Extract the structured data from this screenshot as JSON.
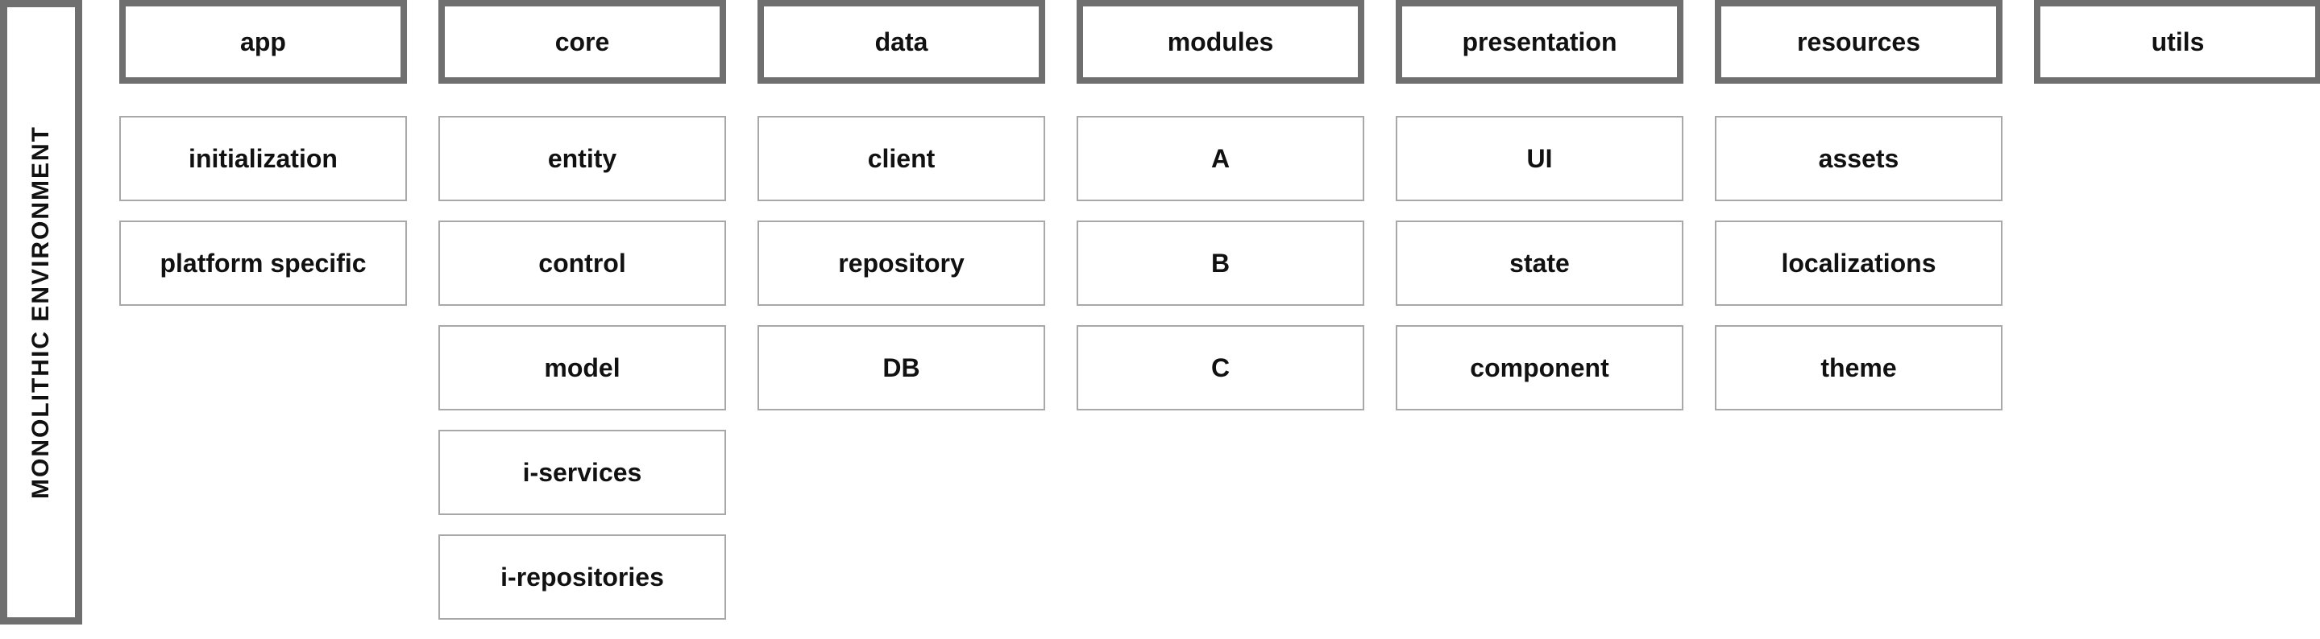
{
  "environment": {
    "label": "MONOLITHIC ENVIRONMENT"
  },
  "columns": [
    {
      "header": "app",
      "items": [
        "initialization",
        "platform specific"
      ]
    },
    {
      "header": "core",
      "items": [
        "entity",
        "control",
        "model",
        "i-services",
        "i-repositories"
      ]
    },
    {
      "header": "data",
      "items": [
        "client",
        "repository",
        "DB"
      ]
    },
    {
      "header": "modules",
      "items": [
        "A",
        "B",
        "C"
      ]
    },
    {
      "header": "presentation",
      "items": [
        "UI",
        "state",
        "component"
      ]
    },
    {
      "header": "resources",
      "items": [
        "assets",
        "localizations",
        "theme"
      ]
    },
    {
      "header": "utils",
      "items": []
    }
  ],
  "colors": {
    "header_border": "#6f6f6f",
    "item_border": "#a8a8a8",
    "text": "#111111",
    "background": "#ffffff"
  }
}
